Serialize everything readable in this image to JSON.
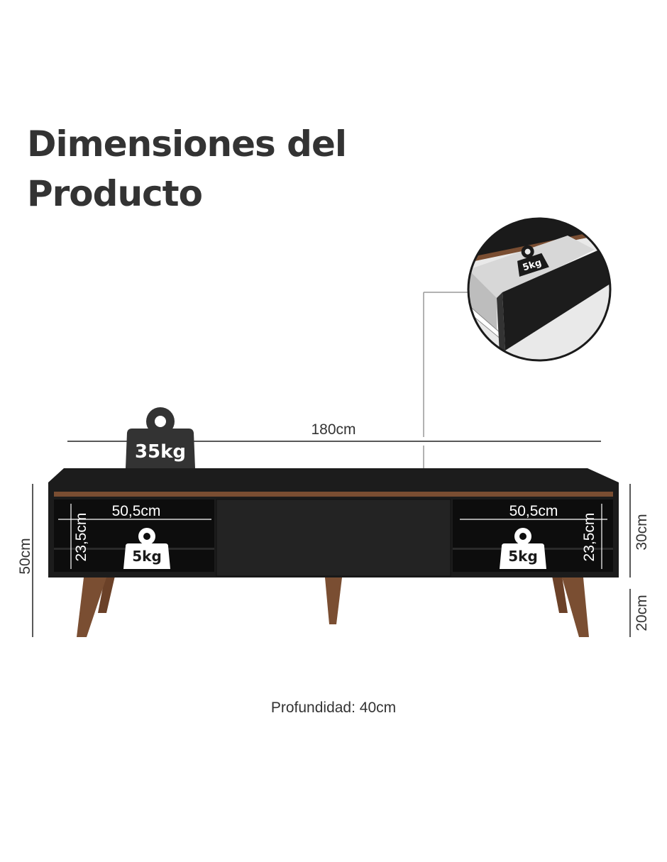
{
  "title": {
    "line1": "Dimensiones del",
    "line2": "Producto"
  },
  "dimensions": {
    "width": "180cm",
    "height": "50cm",
    "body_height": "30cm",
    "leg_height": "20cm",
    "niche_left_width": "50,5cm",
    "niche_left_height": "23,5cm",
    "niche_right_width": "50,5cm",
    "niche_right_height": "23,5cm",
    "depth": "Profundidad: 40cm"
  },
  "weights": {
    "top": "35kg",
    "niche_left": "5kg",
    "niche_right": "5kg",
    "drawer": "5kg"
  },
  "icons": {
    "weight": "weight-icon",
    "drawer_detail": "drawer-detail-zoom"
  },
  "colors": {
    "body": "#1c1c1c",
    "wood": "#7a4e32",
    "text": "#333333"
  }
}
